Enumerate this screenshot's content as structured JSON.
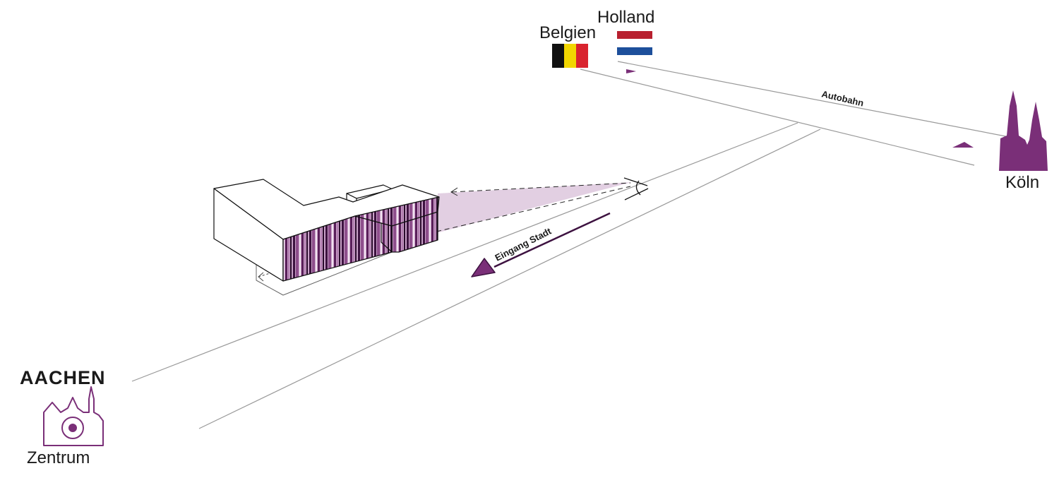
{
  "labels": {
    "belgien": "Belgien",
    "holland": "Holland",
    "autobahn": "Autobahn",
    "koeln": "Köln",
    "eingang": "Eingang Stadt",
    "aachen": "AACHEN",
    "zentrum": "Zentrum"
  },
  "colors": {
    "accent": "#7a2f78",
    "accent_light": "#e2cfe2",
    "line": "#999999",
    "ink": "#111111",
    "flag_black": "#111111",
    "flag_yellow": "#f2d600",
    "flag_red": "#d9232e",
    "nl_red": "#b8202f",
    "nl_blue": "#1d4f9b"
  },
  "icons": {
    "belgium": "belgium-flag-icon",
    "netherlands": "netherlands-flag-icon",
    "koeln": "cologne-cathedral-icon",
    "aachen": "aachen-cathedral-icon",
    "viewer": "eye-icon",
    "direction": "direction-arrow-icon"
  }
}
